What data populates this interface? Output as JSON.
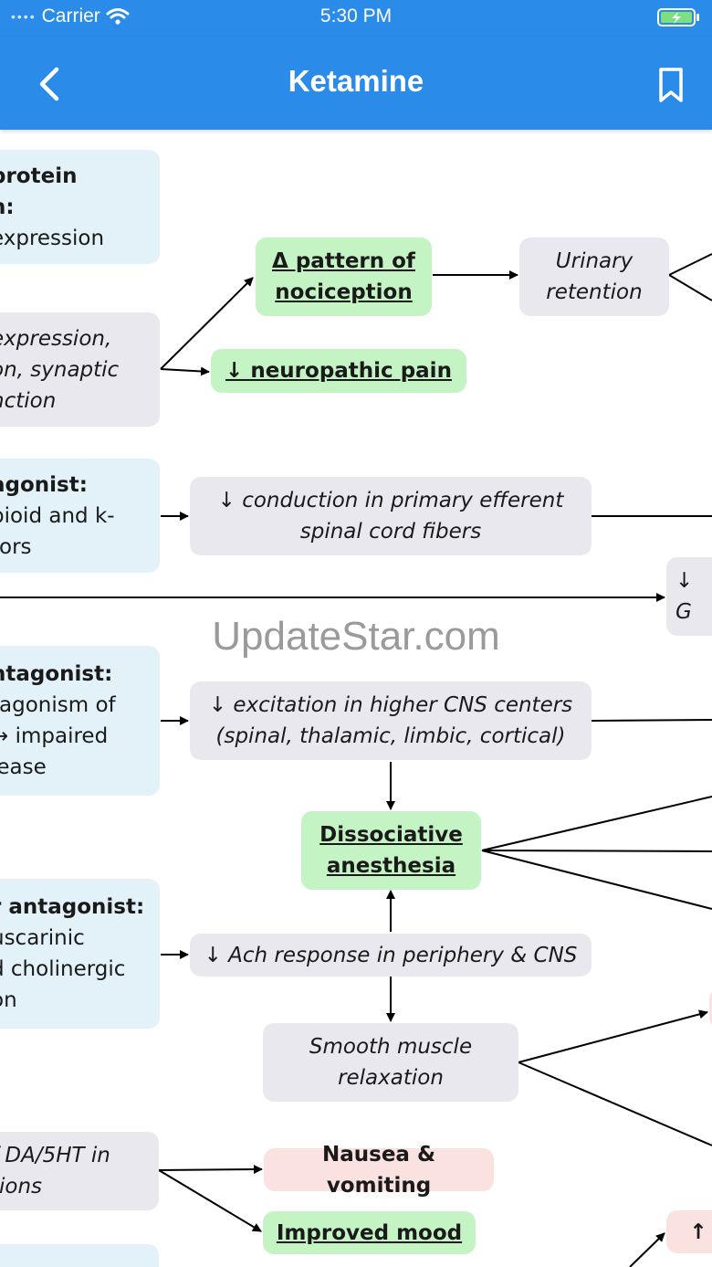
{
  "status_bar": {
    "carrier": "Carrier",
    "time": "5:30 PM"
  },
  "nav": {
    "title": "Ketamine"
  },
  "watermark": "UpdateStar.com",
  "boxes": {
    "protein_line1": "protein",
    "protein_line2": "n:",
    "protein_line3": "expression",
    "expression_line1": "expression,",
    "expression_line2": "on, synaptic",
    "expression_line3": "nction",
    "delta_line1": "Δ pattern of",
    "delta_line2": "nociception",
    "urinary_line1": "Urinary",
    "urinary_line2": "retention",
    "neuropathic": "↓ neuropathic pain",
    "agonist_line1": "agonist:",
    "agonist_line2": "pioid and k-",
    "agonist_line3": "tors",
    "conduction_line1": "↓ conduction in primary efferent",
    "conduction_line2": "spinal cord fibers",
    "partial_right_line1": "↓",
    "partial_right_line2": "G",
    "antagonist_line1": "ntagonist:",
    "antagonist_line2": "tagonism of",
    "antagonist_line3": "→ impaired",
    "antagonist_line4": "lease",
    "excitation_line1": "↓ excitation in higher CNS centers",
    "excitation_line2": "(spinal, thalamic, limbic, cortical)",
    "dissociative_line1": "Dissociative",
    "dissociative_line2": "anesthesia",
    "muscarinic_line1": "r antagonist:",
    "muscarinic_line2": "uscarinic",
    "muscarinic_line3": "d cholinergic",
    "muscarinic_line4": "on",
    "ach": "↓ Ach response in periphery & CNS",
    "smooth_line1": "Smooth muscle",
    "smooth_line2": "relaxation",
    "da_line1": "f DA/5HT in",
    "da_line2": "tions",
    "nausea": "Nausea & vomiting",
    "mood": "Improved mood",
    "bottom_right": "↑"
  }
}
